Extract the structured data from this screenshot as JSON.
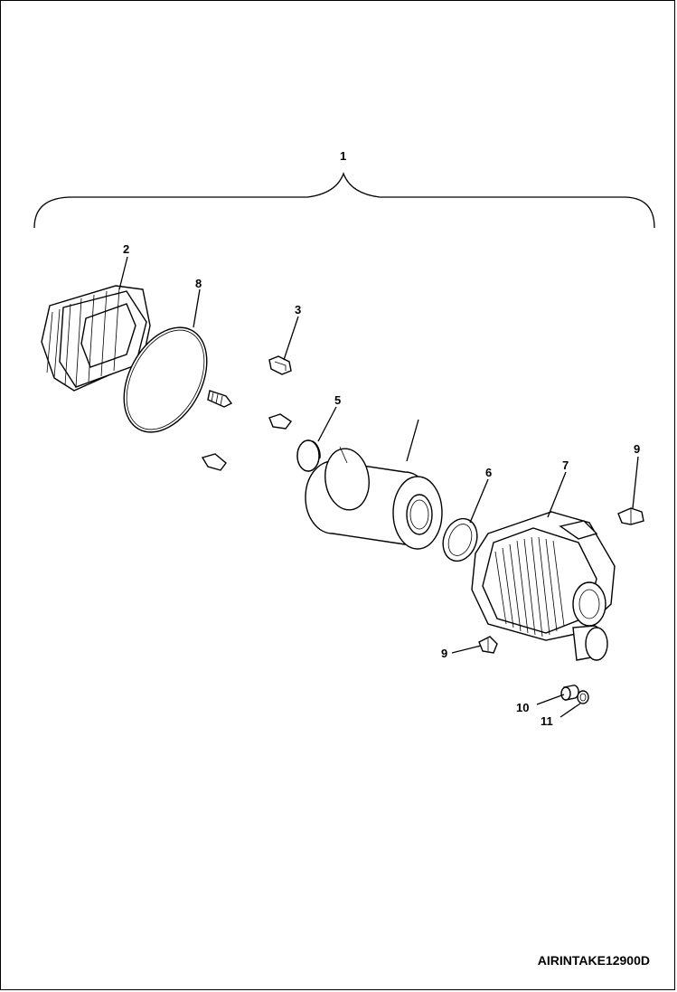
{
  "callouts": {
    "c1": "1",
    "c2": "2",
    "c3": "3",
    "c5": "5",
    "c6": "6",
    "c7": "7",
    "c8": "8",
    "c9a": "9",
    "c9b": "9",
    "c10": "10",
    "c11": "11"
  },
  "drawing_code": "AIRINTAKE12900D",
  "colors": {
    "line": "#000000",
    "background": "#ffffff"
  }
}
